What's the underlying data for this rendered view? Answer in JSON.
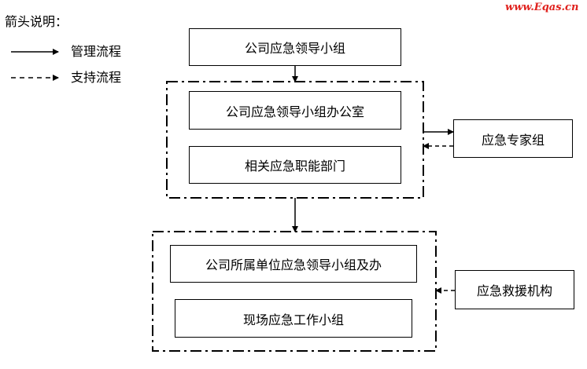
{
  "watermark": "www.Eqas.cn",
  "legend": {
    "title": "箭头说明：",
    "management_label": "管理流程",
    "support_label": "支持流程"
  },
  "nodes": {
    "leadership_group": "公司应急领导小组",
    "leadership_office": "公司应急领导小组办公室",
    "related_departments": "相关应急职能部门",
    "expert_group": "应急专家组",
    "unit_leadership": "公司所属单位应急领导小组及办",
    "onsite_team": "现场应急工作小组",
    "rescue_agency": "应急救援机构"
  },
  "colors": {
    "line": "#000000",
    "watermark": "#e0201c"
  }
}
